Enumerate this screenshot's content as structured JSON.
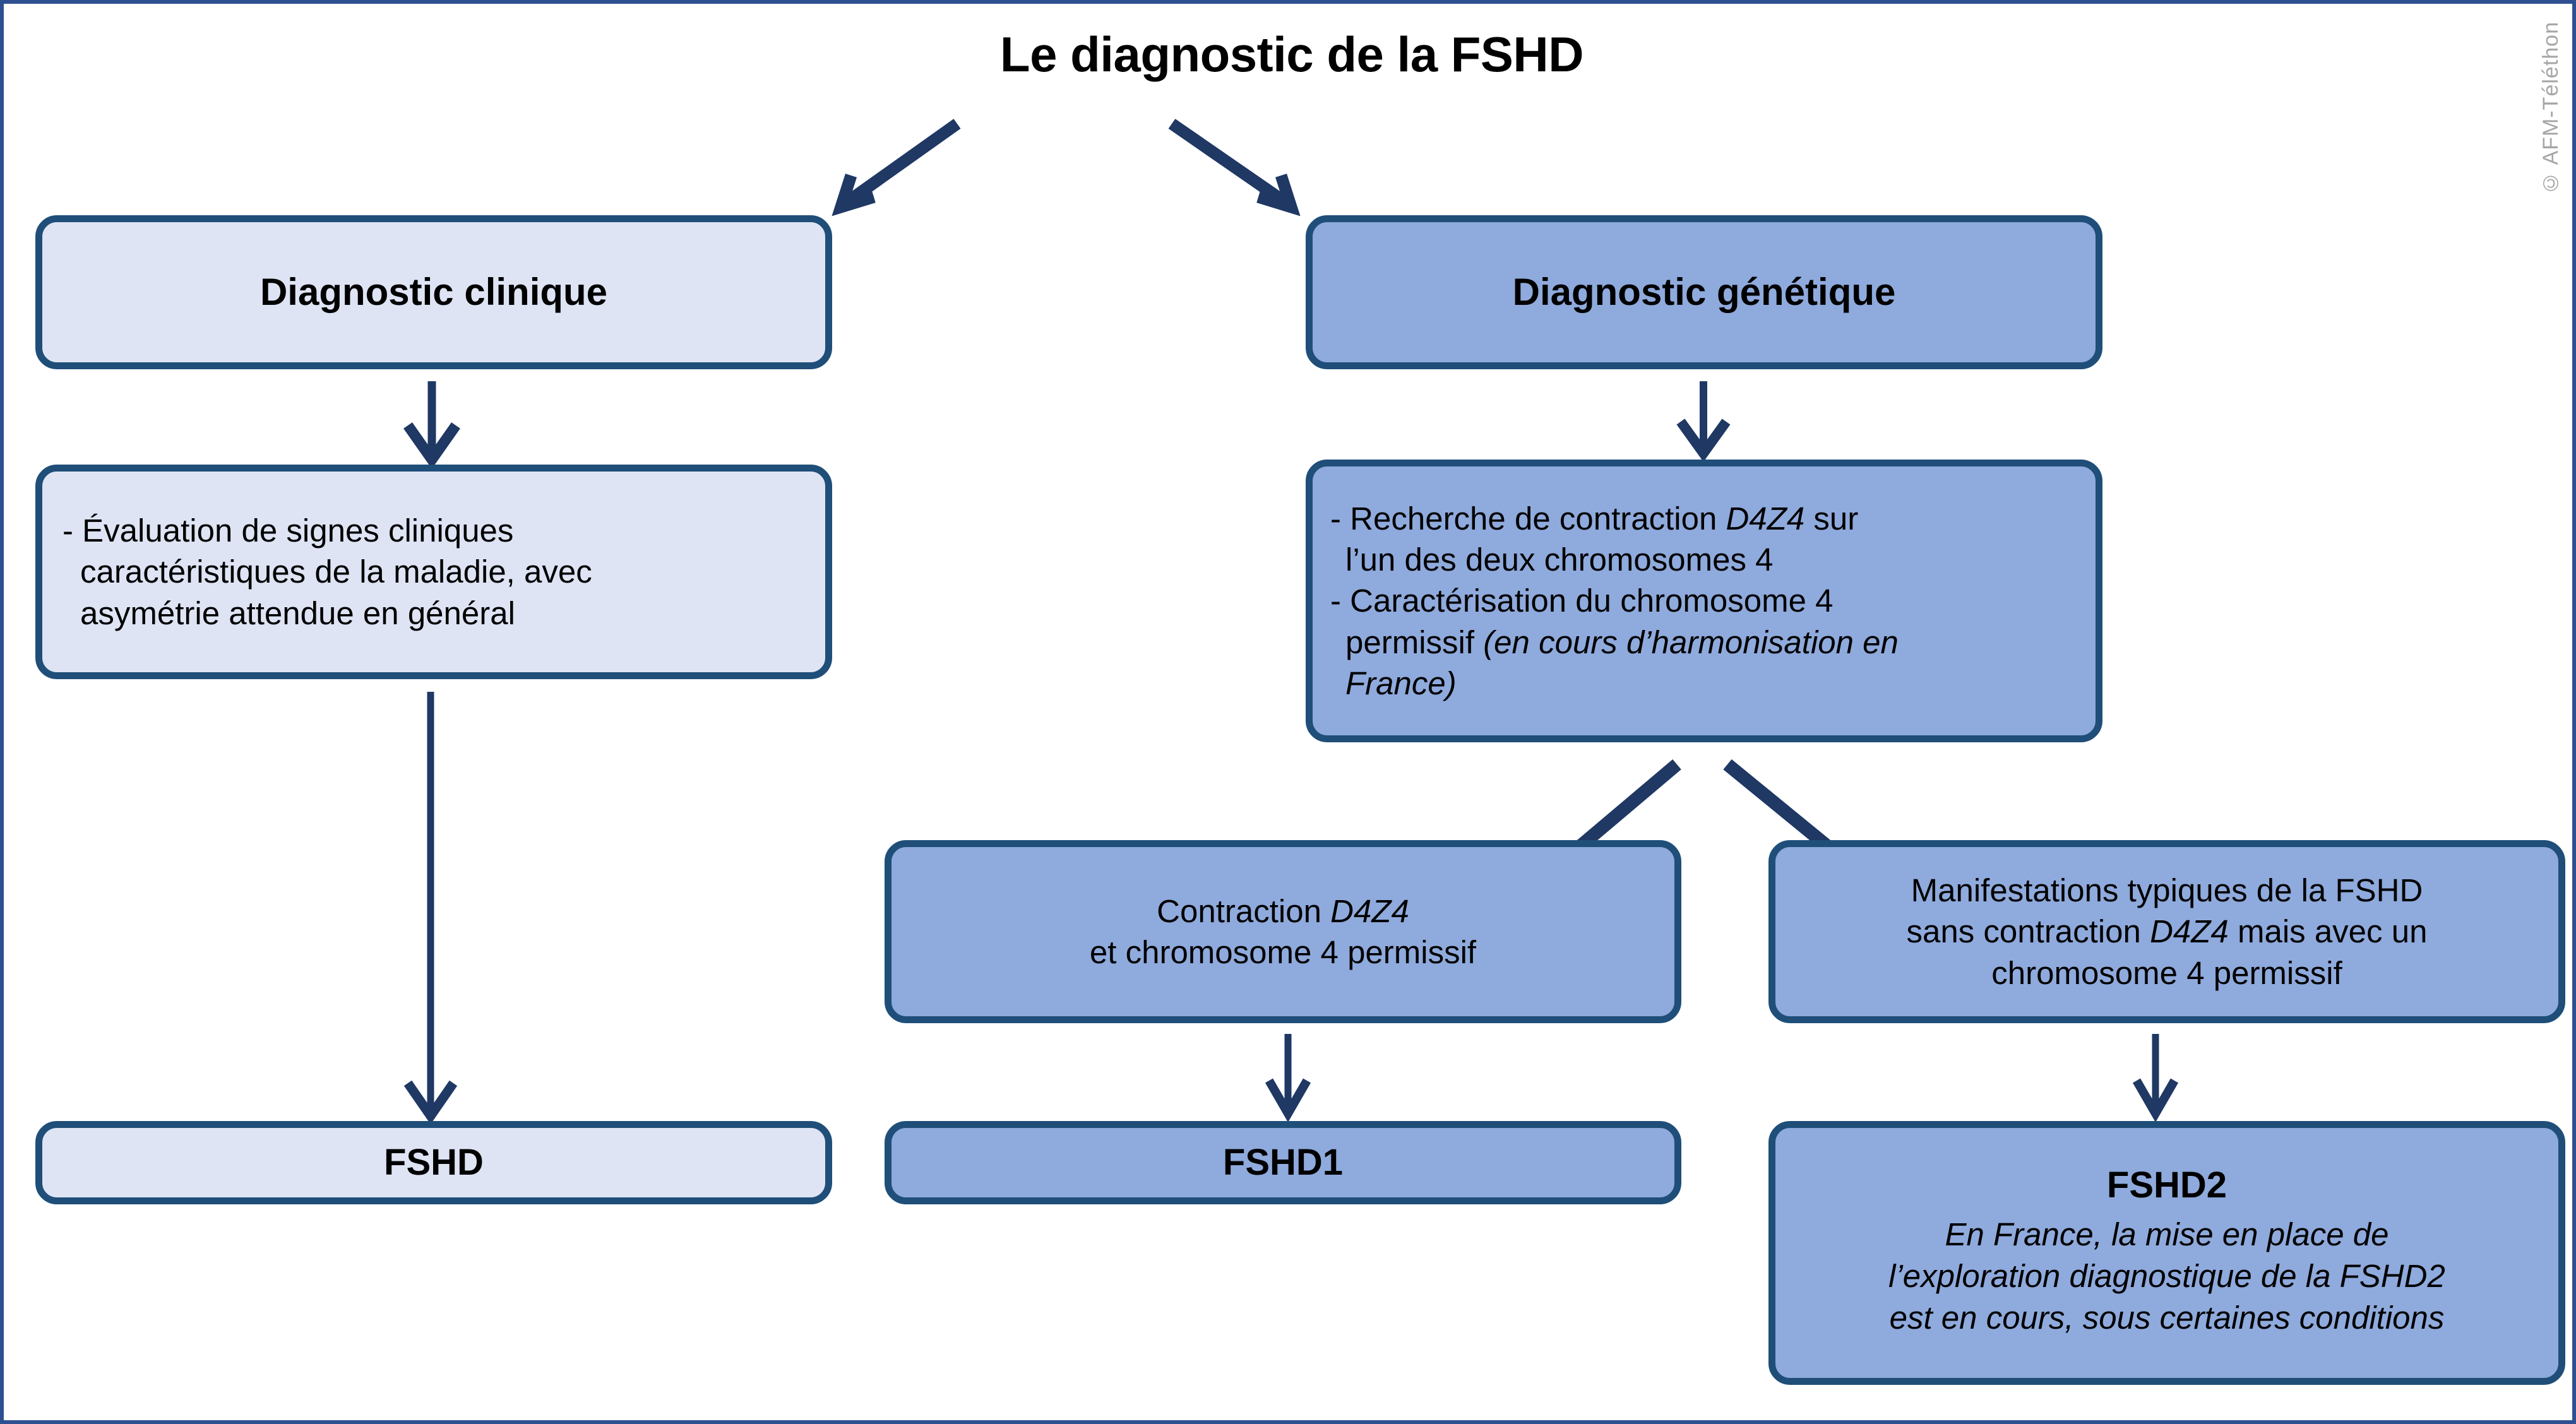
{
  "page": {
    "title": "Le diagnostic de la FSHD",
    "copyright": "© AFM-Téléthon",
    "colors": {
      "frame_border": "#2E5090",
      "box_border": "#1F4E79",
      "fill_light_blue": "#DEE4F4",
      "fill_medium_blue": "#8FAADC",
      "arrow": "#1F3864",
      "text": "#000000",
      "copyright_text": "#A6A6A6"
    }
  },
  "branches": {
    "clinical": {
      "header_label": "Diagnostic clinique",
      "criteria_line1": "- Évaluation de signes cliniques",
      "criteria_line2": "caractéristiques de la maladie, avec",
      "criteria_line3": "asymétrie attendue en général",
      "result_label": "FSHD"
    },
    "genetic": {
      "header_label": "Diagnostic génétique",
      "tests_line1_pre": "- Recherche de contraction ",
      "tests_line1_italic": "D4Z4",
      "tests_line1_post": " sur",
      "tests_line2": "l’un des deux chromosomes 4",
      "tests_line3": "- Caractérisation du chromosome 4",
      "tests_line4_pre": "permissif ",
      "tests_line4_italic": "(en cours d’harmonisation en",
      "tests_line5_italic": "France)",
      "outcomes": [
        {
          "id": "fshd1",
          "line1_pre": "Contraction ",
          "line1_italic": "D4Z4",
          "line2": "et chromosome 4 permissif",
          "result_label": "FSHD1",
          "result_note": null
        },
        {
          "id": "fshd2",
          "line1": "Manifestations typiques de la FSHD",
          "line2_pre": "sans contraction ",
          "line2_italic": "D4Z4",
          "line2_post": " mais avec un",
          "line3": "chromosome 4 permissif",
          "result_label": "FSHD2",
          "result_note_line1": "En France, la mise en place de",
          "result_note_line2": "l’exploration diagnostique de la FSHD2",
          "result_note_line3": "est en cours, sous certaines conditions"
        }
      ]
    }
  },
  "connectors": [
    {
      "name": "title-to-clinical",
      "type": "diagonal-arrow",
      "from": "title",
      "to": "box-diagnostic-clinique"
    },
    {
      "name": "title-to-genetic",
      "type": "diagonal-arrow",
      "from": "title",
      "to": "box-diagnostic-genetique"
    },
    {
      "name": "clinical-to-criteria",
      "type": "vertical-arrow",
      "from": "box-diagnostic-clinique",
      "to": "box-evaluation-clinique"
    },
    {
      "name": "criteria-to-fshd",
      "type": "vertical-arrow",
      "from": "box-evaluation-clinique",
      "to": "box-fshd"
    },
    {
      "name": "genetic-to-tests",
      "type": "vertical-arrow",
      "from": "box-diagnostic-genetique",
      "to": "box-recherche-genetique"
    },
    {
      "name": "tests-to-contraction",
      "type": "diagonal-arrow",
      "from": "box-recherche-genetique",
      "to": "box-contraction-d4z4"
    },
    {
      "name": "tests-to-manifestations",
      "type": "diagonal-arrow",
      "from": "box-recherche-genetique",
      "to": "box-manifestations-typiques"
    },
    {
      "name": "contraction-to-fshd1",
      "type": "vertical-arrow",
      "from": "box-contraction-d4z4",
      "to": "box-fshd1"
    },
    {
      "name": "manifestations-to-fshd2",
      "type": "vertical-arrow",
      "from": "box-manifestations-typiques",
      "to": "box-fshd2"
    }
  ]
}
